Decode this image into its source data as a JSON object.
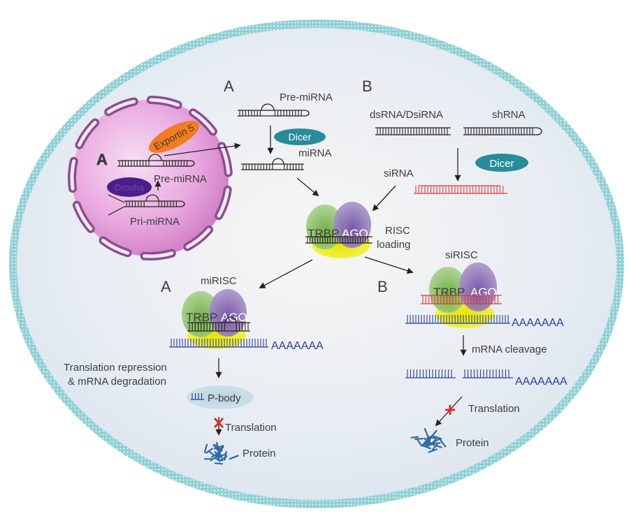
{
  "title": "miRNA and siRNA processing pathways",
  "colors": {
    "cytoplasm": "#e1e8f1",
    "membrane": "#8fd0d4",
    "nucleus": "#e6a6dc",
    "nuclear_pore": "#8a4e90",
    "exportin": "#f07d1f",
    "drosha": "#4b1f8a",
    "dicer": "#2a8c9a",
    "trbp": "#7ab851",
    "ago": "#7c5aa8",
    "risc_core": "#e4e600",
    "mirna_strand": "#222222",
    "sirna_strand": "#e23b3b",
    "mrna_strand": "#2a3ea0",
    "inhibit_mark": "#e52b2b",
    "protein": "#2f6aa1"
  },
  "nucleus": {
    "section_label": "A",
    "exportin_label": "Exportin 5",
    "drosha_label": "Drosha",
    "pre_mirna_label": "Pre-miRNA",
    "pri_mirna_label": "Pri-miRNA"
  },
  "pathway_a_top": {
    "section_label": "A",
    "pre_mirna_label": "Pre-miRNA",
    "dicer_label": "Dicer",
    "mirna_label": "miRNA"
  },
  "pathway_b_top": {
    "section_label": "B",
    "dsrna_label": "dsRNA/DsiRNA",
    "shrna_label": "shRNA",
    "dicer_label": "Dicer",
    "sirna_label": "siRNA"
  },
  "risc_loading": {
    "trbp_label": "TRBP",
    "ago_label": "AGO",
    "caption_line1": "RISC",
    "caption_line2": "loading"
  },
  "mirisc": {
    "section_label": "A",
    "title": "miRISC",
    "trbp_label": "TRBP",
    "ago_label": "AGO",
    "polya_label": "AAAAAAA",
    "outcome_line1": "Translation repression",
    "outcome_line2": "& mRNA degradation",
    "pbody_label": "P-body",
    "translation_label": "Translation",
    "protein_label": "Protein"
  },
  "sirisc": {
    "section_label": "B",
    "title": "siRISC",
    "trbp_label": "TRBP",
    "ago_label": "AGO",
    "polya_label": "AAAAAAA",
    "cleavage_label": "mRNA cleavage",
    "cleaved_polya_label": "AAAAAAA",
    "translation_label": "Translation",
    "protein_label": "Protein"
  }
}
